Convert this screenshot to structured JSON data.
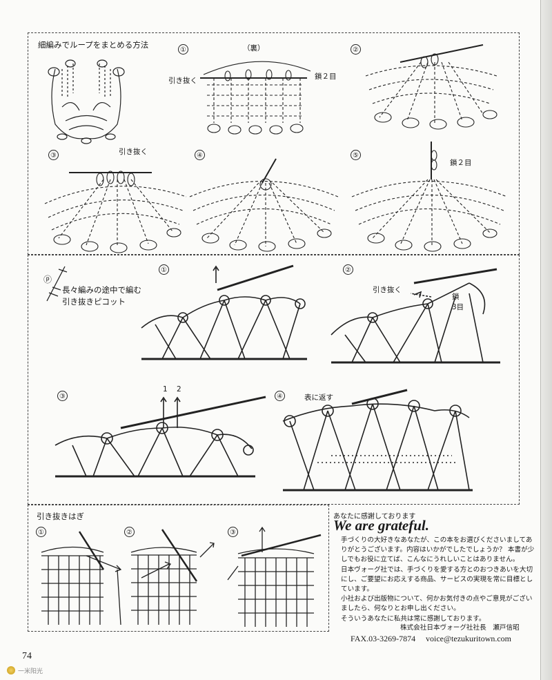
{
  "page": {
    "number": "74"
  },
  "section1": {
    "title": "細編みでループをまとめる方法",
    "steps": [
      "①",
      "②",
      "③",
      "④",
      "⑤"
    ],
    "labels": {
      "ura": "（裏）",
      "hikinuku1": "引き抜く",
      "kusari2": "鎖２目",
      "hikinuku3": "引き抜く",
      "kusari2b": "鎖２目"
    }
  },
  "section2": {
    "symbol_glyph": "ⓟ",
    "title_line1": "長々編みの途中で編む",
    "title_line2": "引き抜きピコット",
    "steps": [
      "①",
      "②",
      "③",
      "④"
    ],
    "labels": {
      "hikinuku": "引き抜く",
      "kusari": "鎖",
      "three": "3目",
      "arrow1": "1",
      "arrow2": "2",
      "omote": "表に返す"
    }
  },
  "section3": {
    "title": "引き抜きはぎ",
    "steps": [
      "①",
      "②",
      "③"
    ]
  },
  "thanks": {
    "jp_heading": "あなたに感謝しております",
    "en_heading": "We are grateful.",
    "paragraph1": "手づくりの大好きなあなたが、この本をお選びくださいましてありがとうございます。内容はいかがでしたでしょうか？ 本書が少しでもお役に立てば、こんなにうれしいことはありません。",
    "paragraph2": "日本ヴォーグ社では、手づくりを愛する方とのおつきあいを大切にし、ご要望にお応えする商品、サービスの実現を常に目標としています。",
    "paragraph3": "小社および出版物について、何かお気付きの点やご意見がございましたら、何なりとお申し出ください。",
    "paragraph4": "そういうあなたに私共は常に感謝しております。",
    "signature": "株式会社日本ヴォーグ社社長　瀬戸信昭",
    "fax": "FAX.03-3269-7874",
    "email": "voice@tezukuritown.com"
  },
  "watermark": {
    "text": "一米阳光"
  }
}
